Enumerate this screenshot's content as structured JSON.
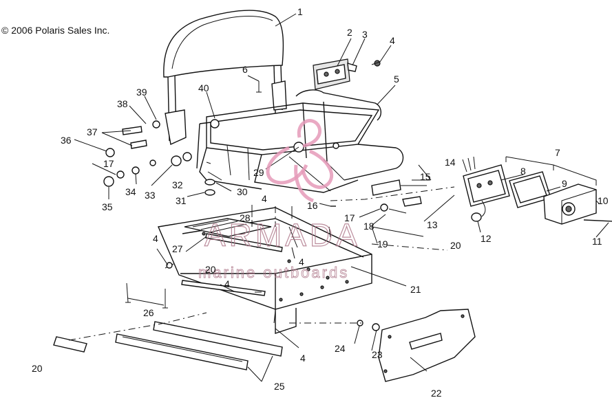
{
  "copyright": "© 2006 Polaris Sales Inc.",
  "watermark": {
    "brand": "ARMADA",
    "tagline": "marine outboards",
    "logo_color": "#e59ab8",
    "text_color": "#b07a8c"
  },
  "part_labels": [
    {
      "id": "p1",
      "text": "1"
    },
    {
      "id": "p2",
      "text": "2"
    },
    {
      "id": "p3",
      "text": "3"
    },
    {
      "id": "p4a",
      "text": "4"
    },
    {
      "id": "p5",
      "text": "5"
    },
    {
      "id": "p6",
      "text": "6"
    },
    {
      "id": "p7",
      "text": "7"
    },
    {
      "id": "p8",
      "text": "8"
    },
    {
      "id": "p9",
      "text": "9"
    },
    {
      "id": "p10",
      "text": "10"
    },
    {
      "id": "p11",
      "text": "11"
    },
    {
      "id": "p12",
      "text": "12"
    },
    {
      "id": "p13",
      "text": "13"
    },
    {
      "id": "p14",
      "text": "14"
    },
    {
      "id": "p15",
      "text": "15"
    },
    {
      "id": "p16",
      "text": "16"
    },
    {
      "id": "p17a",
      "text": "17"
    },
    {
      "id": "p17b",
      "text": "17"
    },
    {
      "id": "p18",
      "text": "18"
    },
    {
      "id": "p19",
      "text": "19"
    },
    {
      "id": "p20a",
      "text": "20"
    },
    {
      "id": "p20b",
      "text": "20"
    },
    {
      "id": "p20c",
      "text": "20"
    },
    {
      "id": "p21",
      "text": "21"
    },
    {
      "id": "p22",
      "text": "22"
    },
    {
      "id": "p23",
      "text": "23"
    },
    {
      "id": "p24",
      "text": "24"
    },
    {
      "id": "p25",
      "text": "25"
    },
    {
      "id": "p26",
      "text": "26"
    },
    {
      "id": "p27",
      "text": "27"
    },
    {
      "id": "p28",
      "text": "28"
    },
    {
      "id": "p29",
      "text": "29"
    },
    {
      "id": "p30",
      "text": "30"
    },
    {
      "id": "p31",
      "text": "31"
    },
    {
      "id": "p32",
      "text": "32"
    },
    {
      "id": "p33",
      "text": "33"
    },
    {
      "id": "p34",
      "text": "34"
    },
    {
      "id": "p35",
      "text": "35"
    },
    {
      "id": "p36",
      "text": "36"
    },
    {
      "id": "p37",
      "text": "37"
    },
    {
      "id": "p38",
      "text": "38"
    },
    {
      "id": "p39",
      "text": "39"
    },
    {
      "id": "p40",
      "text": "40"
    },
    {
      "id": "p4b",
      "text": "4"
    },
    {
      "id": "p4c",
      "text": "4"
    },
    {
      "id": "p4d",
      "text": "4"
    },
    {
      "id": "p4e",
      "text": "4"
    },
    {
      "id": "p4f",
      "text": "4"
    }
  ]
}
